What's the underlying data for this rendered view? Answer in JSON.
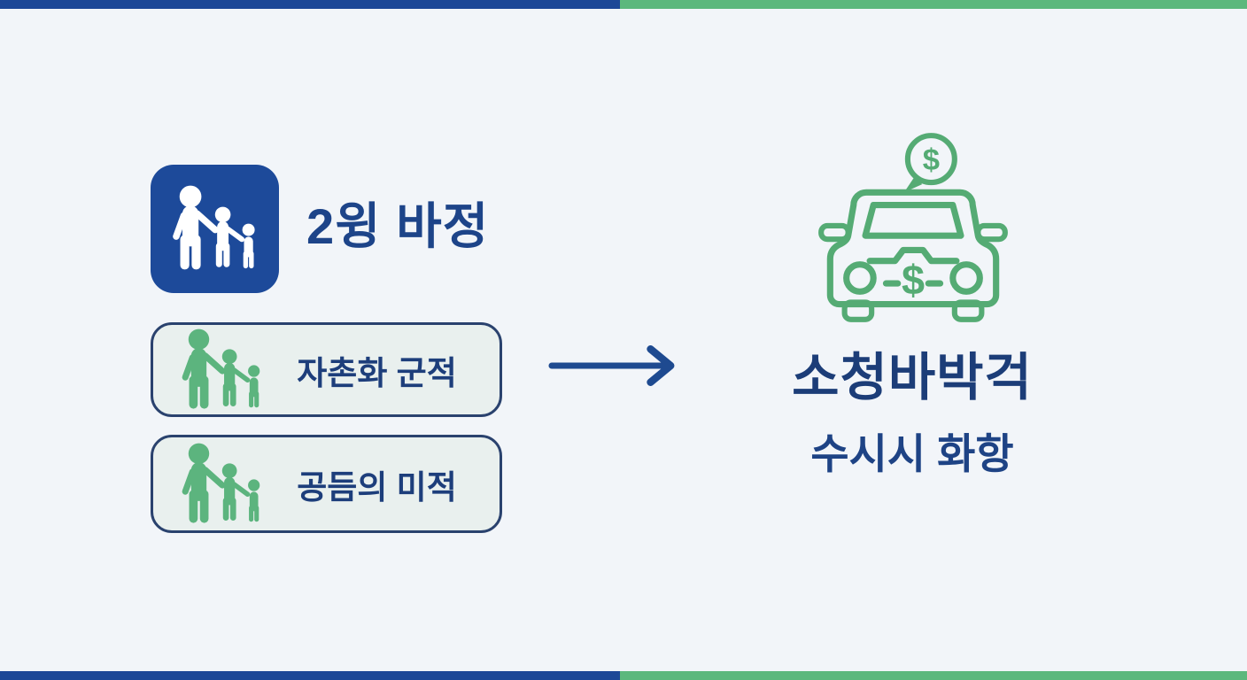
{
  "colors": {
    "background": "#f2f5f9",
    "primary_blue": "#1d4897",
    "accent_green": "#5cb87d",
    "figure_green": "#5cb47e",
    "car_green": "#55ab74",
    "navy_text": "#1c3d78",
    "card_bg": "#e9f0ee",
    "card_border": "#2a426e"
  },
  "top_bar": {
    "left_color": "#1d4897",
    "right_color": "#5cb87d"
  },
  "bottom_bar": {
    "left_color": "#1d4897",
    "right_color": "#5cb87d"
  },
  "left_section": {
    "header": {
      "icon": "family-icon",
      "title": "2윙 바정"
    },
    "cards": [
      {
        "icon": "family-icon",
        "label": "자촌화 군적"
      },
      {
        "icon": "family-icon",
        "label": "공듬의 미적"
      }
    ]
  },
  "flow": {
    "arrow_icon": "right-arrow-icon"
  },
  "right_section": {
    "icon": "car-with-dollar-icon",
    "bubble_icon": "dollar-speech-bubble-icon",
    "bubble_symbol": "$",
    "grille_symbol": "$",
    "title": "소청바박걱",
    "subtitle": "수시시 화항"
  }
}
